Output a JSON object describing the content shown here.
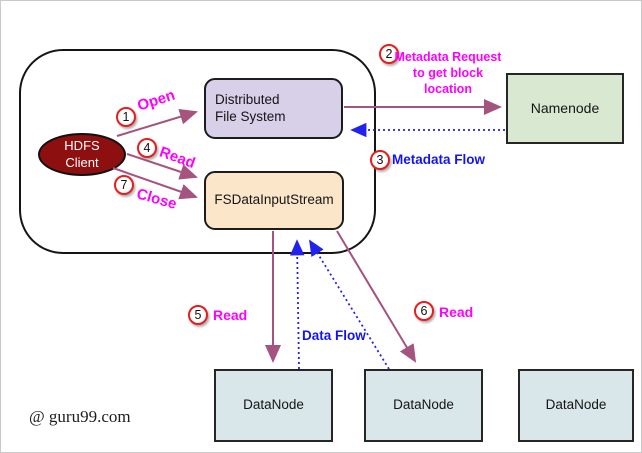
{
  "nodes": {
    "hdfs_client": {
      "line1": "HDFS",
      "line2": "Client"
    },
    "distributed_file_system": {
      "line1": "Distributed",
      "line2": "File System"
    },
    "fs_data_input_stream": {
      "label": "FSDataInputStream"
    },
    "namenode": {
      "label": "Namenode"
    },
    "datanodes": [
      {
        "label": "DataNode"
      },
      {
        "label": "DataNode"
      },
      {
        "label": "DataNode"
      }
    ]
  },
  "steps": {
    "open": {
      "num": "1",
      "label": "Open"
    },
    "metadata_request": {
      "num": "2",
      "line1": "Metadata Request",
      "line2": "to get block location"
    },
    "metadata_flow": {
      "num": "3",
      "label": "Metadata Flow"
    },
    "read_stream": {
      "num": "4",
      "label": "Read"
    },
    "read_datanode1": {
      "num": "5",
      "label": "Read"
    },
    "read_datanode2": {
      "num": "6",
      "label": "Read"
    },
    "close": {
      "num": "7",
      "label": "Close"
    },
    "data_flow": {
      "label": "Data Flow"
    }
  },
  "watermark": {
    "text": "@ guru99.com"
  },
  "colors": {
    "arrow_purple": "#a5537f",
    "flow_blue": "#2222ee",
    "step_magenta": "#ff00ff",
    "client_fill": "#8e0f0f",
    "dfs_fill": "#d7d0e8",
    "stream_fill": "#fce6c9",
    "namenode_fill": "#d9e8d1",
    "datanode_fill": "#d9e6ea"
  }
}
